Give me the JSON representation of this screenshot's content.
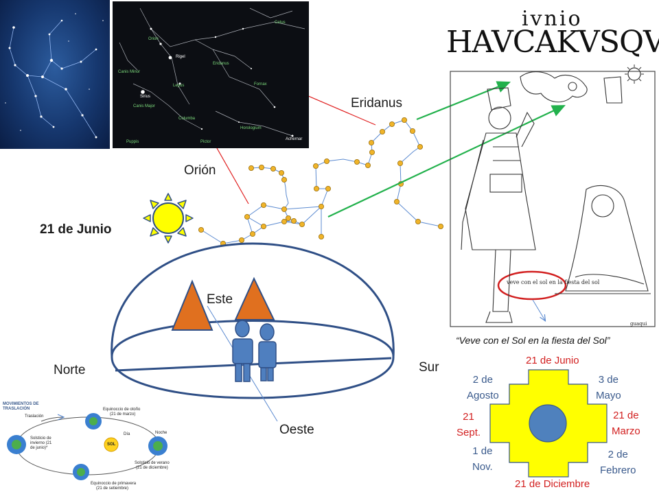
{
  "labels": {
    "eridanus": "Eridanus",
    "orion": "Orión",
    "date": "21 de Junio",
    "este": "Este",
    "norte": "Norte",
    "sur": "Sur",
    "oeste": "Oeste"
  },
  "codex": {
    "month": "ivnio",
    "title": "HAVCAKVSQVI",
    "note": "veve con el sol en la fiesta del sol",
    "signature": "guaqui",
    "caption": "“Veve con el Sol en la fiesta del Sol”"
  },
  "calendar": {
    "top": "21 de Junio",
    "top_left_line1": "2 de",
    "top_left_line2": "Agosto",
    "top_right_line1": "3 de",
    "top_right_line2": "Mayo",
    "left_line1": "21",
    "left_line2": "Sept.",
    "right_line1": "21 de",
    "right_line2": "Marzo",
    "bottom_left_line1": "1 de",
    "bottom_left_line2": "Nov.",
    "bottom_right_line1": "2 de",
    "bottom_right_line2": "Febrero",
    "bottom": "21 de Diciembre"
  },
  "star_map": {
    "labels": [
      "Cetus",
      "Orion",
      "Rigel",
      "Eridanus",
      "Lepus",
      "Fornax",
      "Canis Major",
      "Sirius",
      "Columba",
      "Horologium",
      "Pictor",
      "Puppis",
      "Achernar",
      "Canis Minor"
    ]
  },
  "seasons_inset": {
    "title_line1": "MOVIMIENTOS DE",
    "title_line2": "TRASLACIÓN",
    "traslacion": "Traslación",
    "otono_line1": "Equinoccio de otoño",
    "otono_line2": "(21 de marzo)",
    "invierno_line1": "Solsticio de",
    "invierno_line2": "invierno (21",
    "invierno_line3": "de junio)*",
    "dia": "Día",
    "noche": "Noche",
    "sol": "SOL",
    "verano_line1": "Solsticio de verano",
    "verano_line2": "(21 de diciembre)",
    "primavera_line1": "Equinoccio de primavera",
    "primavera_line2": "(21 de setiembre)"
  },
  "colors": {
    "star_fill": "#f0b429",
    "constellation_line": "#5b8ad0",
    "red_arrow": "#e02020",
    "green_arrow": "#22b14c",
    "dome_line": "#2f4f86",
    "triangle": "#e0701f",
    "person": "#4f7fbf",
    "sun": "#ffff00",
    "chakana_yellow": "#ffff00",
    "chakana_gray": "#c8c3a6",
    "chakana_center": "#4f81bd",
    "calendar_red": "#d21f1f",
    "calendar_blue": "#3a5a8c"
  }
}
